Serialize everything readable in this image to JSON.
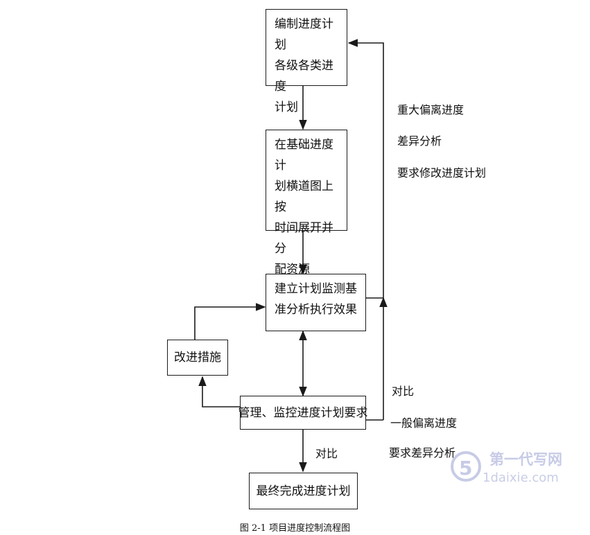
{
  "boxes": {
    "compile_plan": "编制进度计划\n各级各类进度\n计划",
    "expand_allocate": "在基础进度计\n划横道图上按\n时间展开并分\n配资源",
    "baseline_monitor": "建立计划监测基\n准分析执行效果",
    "improvement": "改进措施",
    "manage_monitor": "管理、监控进度计划要求",
    "final_complete": "最终完成进度计划"
  },
  "labels": {
    "major_deviation": "重大偏离进度",
    "variance_analysis": "差异分析",
    "require_revision": "要求修改进度计划",
    "compare_right": "对比",
    "general_deviation": "一般偏离进度",
    "require_variance": "要求差异分析",
    "compare_bottom": "对比"
  },
  "caption": "图 2-1  项目进度控制流程图",
  "watermark": {
    "cn": "第一代写网",
    "en": "1daixie.com"
  },
  "colors": {
    "line": "#1a1a1a",
    "watermark": "#c7cbe6"
  }
}
